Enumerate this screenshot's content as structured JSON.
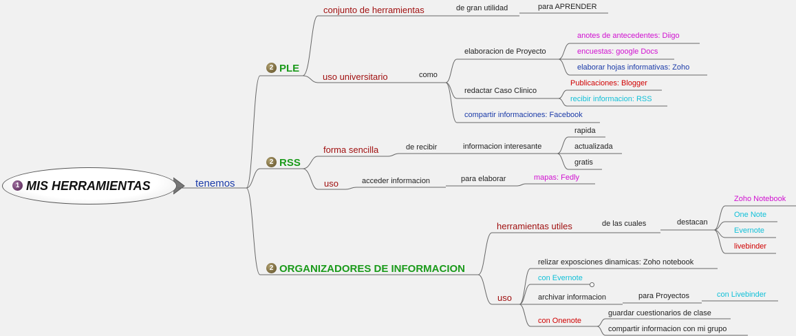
{
  "root": {
    "title": "MIS HERRAMIENTAS",
    "badge": "1"
  },
  "connector": "tenemos",
  "branches": {
    "ple": {
      "badge": "2",
      "title": "PLE",
      "conjunto": "conjunto de herramientas",
      "gran_utilidad": "de gran utilidad",
      "para_aprender": "para APRENDER",
      "uso_universitario": "uso universitario",
      "como": "como",
      "elaboracion": "elaboracion de Proyecto",
      "diigo": "anotes de antecedentes: Diigo",
      "google_docs": "encuestas: google Docs",
      "zoho": "elaborar hojas informativas: Zoho",
      "caso_clinico": "redactar Caso Clinico",
      "blogger": "Publicaciones: Blogger",
      "rss_info": "recibir informacion: RSS",
      "facebook": "compartir informaciones: Facebook"
    },
    "rss": {
      "badge": "2",
      "title": "RSS",
      "forma_sencilla": "forma sencilla",
      "de_recibir": "de recibir",
      "info_interesante": "informacion interesante",
      "rapida": "rapida",
      "actualizada": "actualizada",
      "gratis": "gratis",
      "uso": "uso",
      "acceder": "acceder informacion",
      "para_elaborar": "para elaborar",
      "mapas": "mapas: Fedly"
    },
    "org": {
      "badge": "2",
      "title": "ORGANIZADORES DE INFORMACION",
      "herramientas_utiles": "herramientas utiles",
      "de_las_cuales": "de las cuales",
      "destacan": "destacan",
      "zoho_notebook": "Zoho Notebook",
      "one_note": "One Note",
      "evernote": "Evernote",
      "livebinder": "livebinder",
      "uso": "uso",
      "exposiciones": "relizar exposciones dinamicas: Zoho notebook",
      "con_evernote": "con Evernote",
      "archivar": "archivar informacion",
      "para_proyectos": "para Proyectos",
      "con_livebinder": "con Livebinder",
      "con_onenote": "con Onenote",
      "cuestionarios": "guardar cuestionarios de clase",
      "compartir": "compartir informacion con mi grupo"
    }
  },
  "colors": {
    "background": "#f1f1f1",
    "line": "#666666",
    "connector_text": "#1a3aa8",
    "main_topic": "#1a9a1a",
    "subtopic": "#a01010",
    "magenta": "#d010d0",
    "cyan": "#10c0d8",
    "blue": "#1a3aa8",
    "red": "#d00000"
  }
}
